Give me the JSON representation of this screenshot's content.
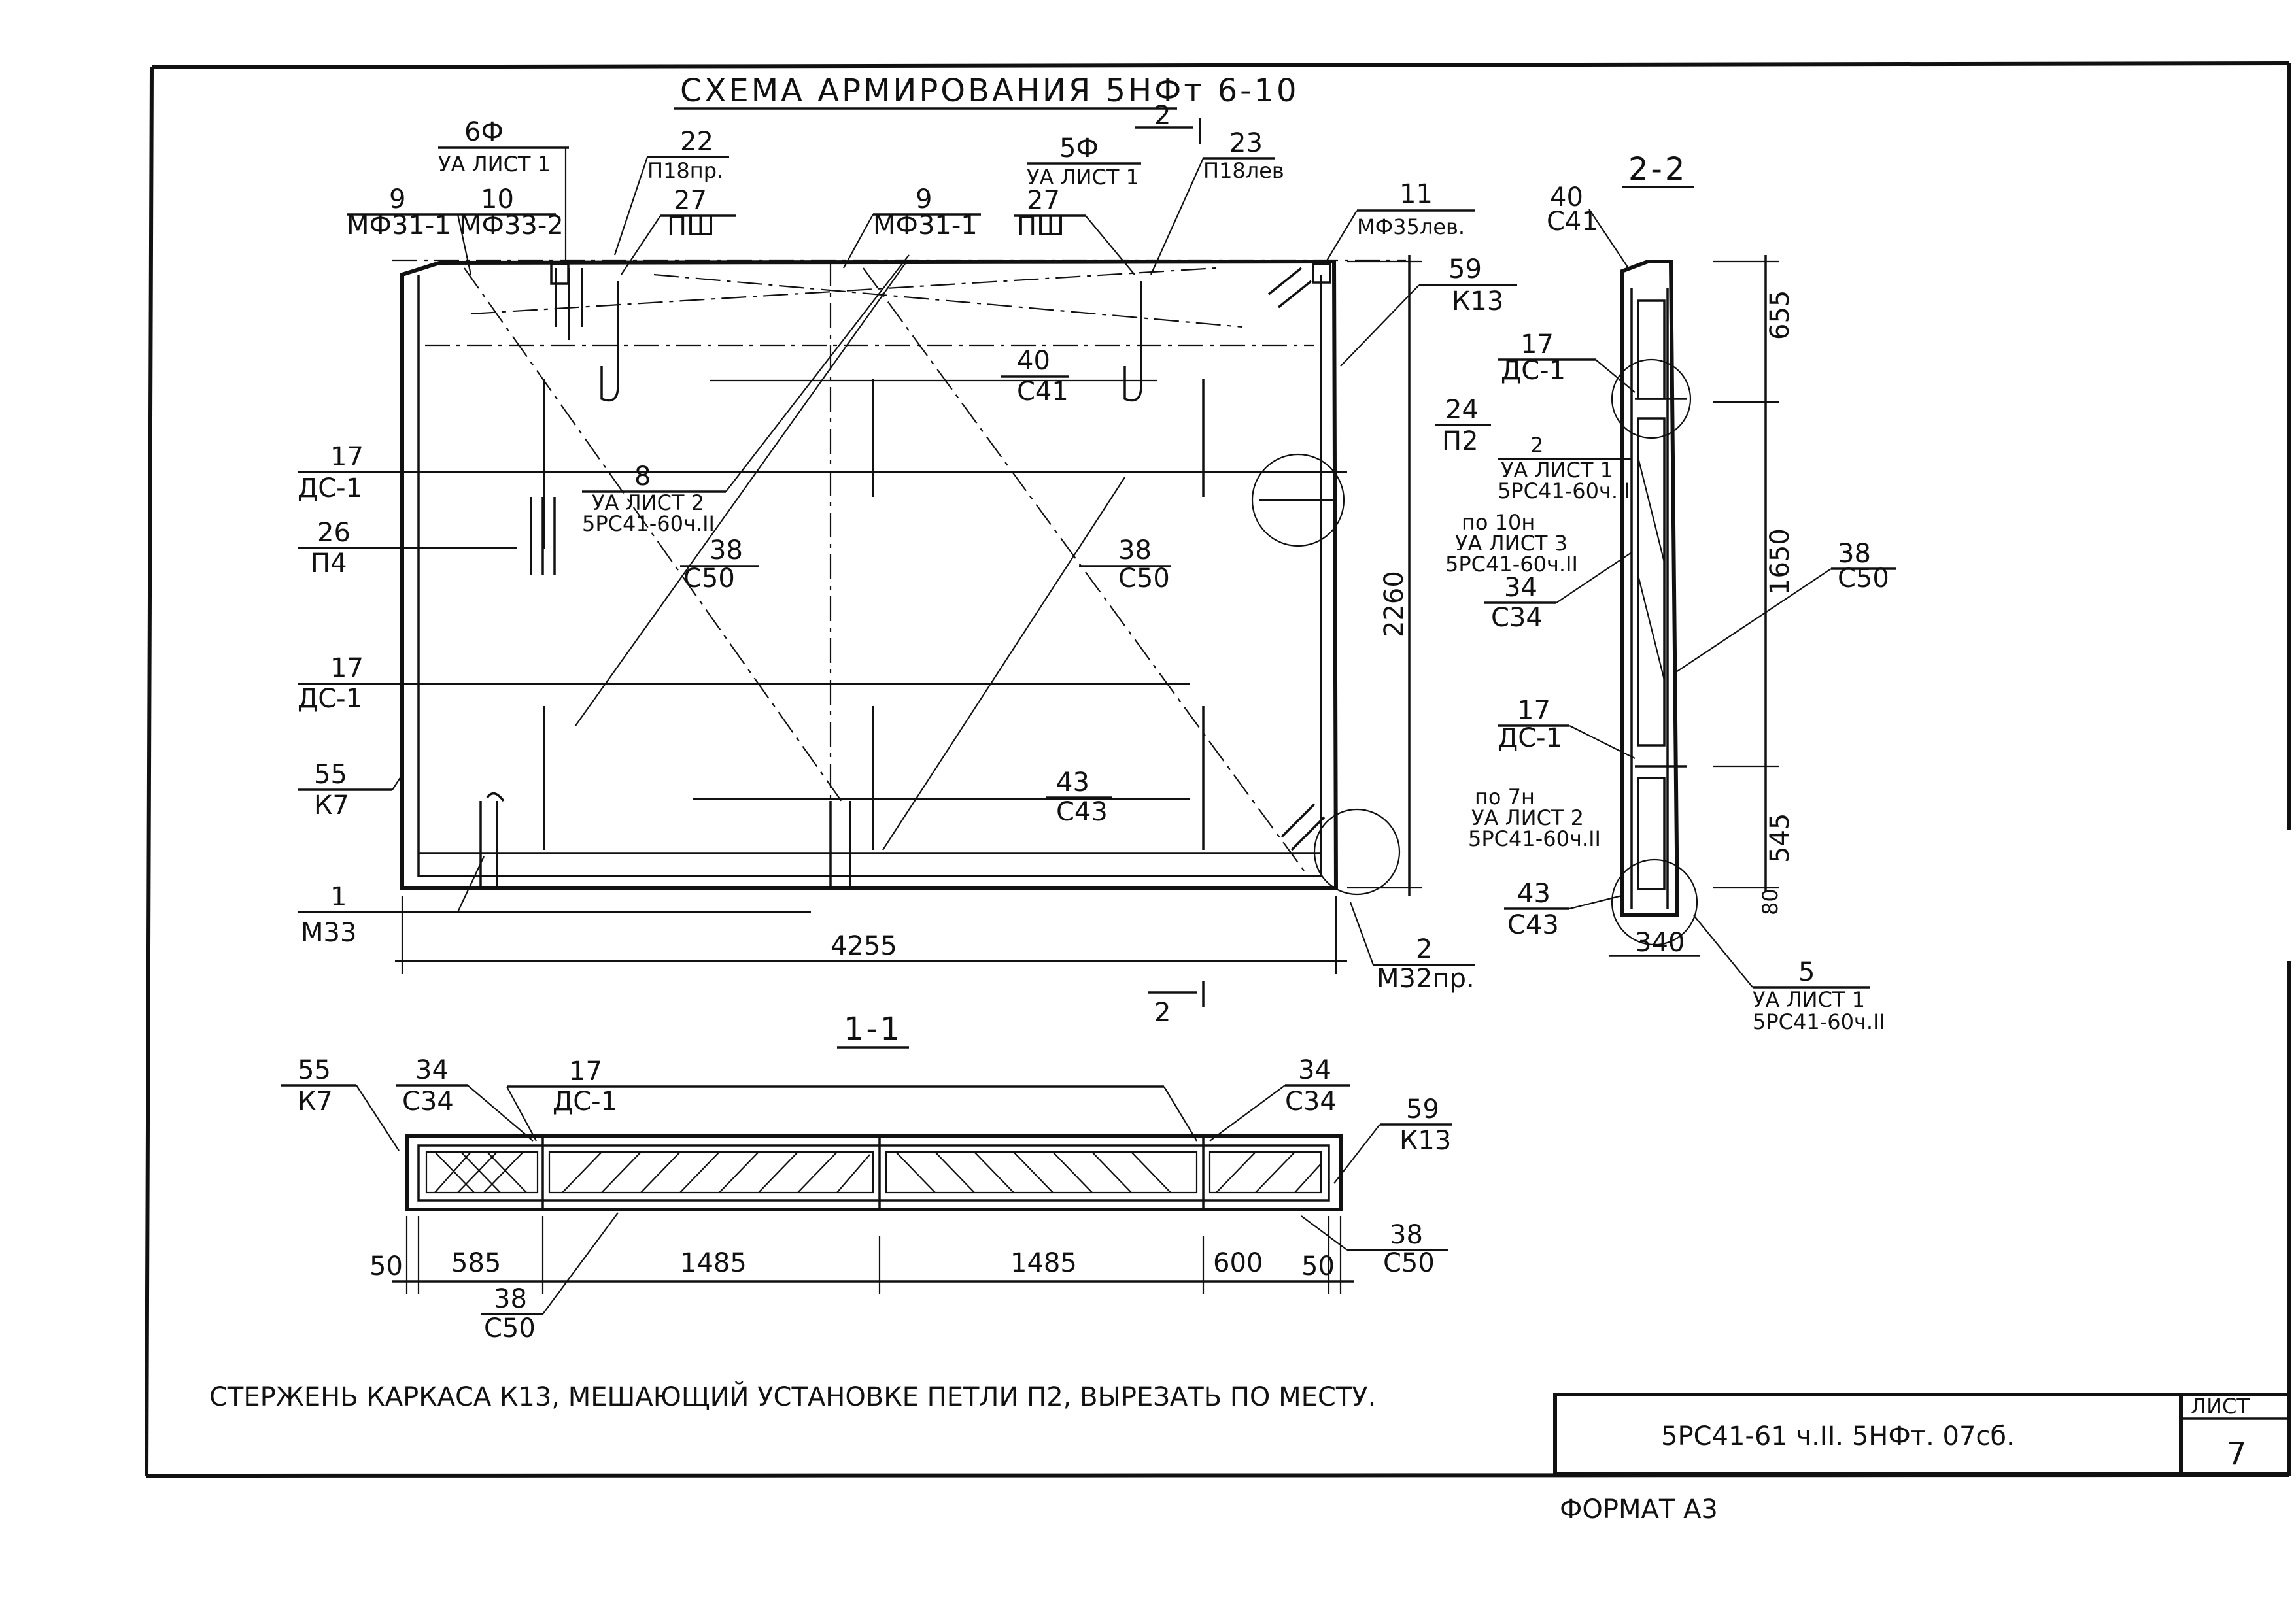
{
  "title": "СХЕМА АРМИРОВАНИЯ 5НФт 6-10",
  "section_1_1": "1-1",
  "section_2_2": "2-2",
  "section_mark": "2",
  "callouts_main": [
    {
      "num": "6Ф",
      "code": "УА ЛИСТ 1"
    },
    {
      "num": "22",
      "code": "П18пр."
    },
    {
      "num": "5Ф",
      "code": "УА ЛИСТ 1"
    },
    {
      "num": "23",
      "code": "П18лев"
    },
    {
      "num": "9",
      "code": "МФ31-1"
    },
    {
      "num": "10",
      "code": "МФ33-2"
    },
    {
      "num": "27",
      "code": "ПШ"
    },
    {
      "num": "9",
      "code": "МФ31-1"
    },
    {
      "num": "27",
      "code": "ПШ"
    },
    {
      "num": "11",
      "code": "МФ35лев."
    },
    {
      "num": "59",
      "code": "К13"
    },
    {
      "num": "40",
      "code": "С41"
    },
    {
      "num": "24",
      "code": "П2"
    },
    {
      "num": "17",
      "code": "ДС-1"
    },
    {
      "num": "8",
      "code": "УА ЛИСТ 2",
      "extra": "5РС41-60ч.II"
    },
    {
      "num": "26",
      "code": "П4"
    },
    {
      "num": "38",
      "code": "С50"
    },
    {
      "num": "38",
      "code": "С50"
    },
    {
      "num": "17",
      "code": "ДС-1"
    },
    {
      "num": "55",
      "code": "К7"
    },
    {
      "num": "43",
      "code": "С43"
    },
    {
      "num": "1",
      "code": "М33"
    },
    {
      "num": "2",
      "code": "М32пр."
    }
  ],
  "callouts_2_2": [
    {
      "num": "40",
      "code": "С41"
    },
    {
      "num": "17",
      "code": "ДС-1"
    },
    {
      "num": "2",
      "code": "УА ЛИСТ 1",
      "extra": "5РС41-60ч.II"
    },
    {
      "num": "по 10н",
      "code": "УА ЛИСТ 3",
      "extra": "5РС41-60ч.II"
    },
    {
      "num": "34",
      "code": "С34"
    },
    {
      "num": "38",
      "code": "С50"
    },
    {
      "num": "17",
      "code": "ДС-1"
    },
    {
      "num": "по 7н",
      "code": "УА ЛИСТ 2",
      "extra": "5РС41-60ч.II"
    },
    {
      "num": "43",
      "code": "С43"
    },
    {
      "num": "5",
      "code": "УА ЛИСТ 1",
      "extra": "5РС41-60ч.II"
    }
  ],
  "callouts_1_1": [
    {
      "num": "55",
      "code": "К7"
    },
    {
      "num": "34",
      "code": "С34"
    },
    {
      "num": "17",
      "code": "ДС-1"
    },
    {
      "num": "34",
      "code": "С34"
    },
    {
      "num": "59",
      "code": "К13"
    },
    {
      "num": "38",
      "code": "С50"
    },
    {
      "num": "38",
      "code": "С50"
    }
  ],
  "dims_main": {
    "width": "4255",
    "height": "2260"
  },
  "dims_2_2": {
    "top": "655",
    "middle": "1650",
    "bottom": "545",
    "base": "340",
    "edge": "80"
  },
  "dims_1_1": [
    "50",
    "585",
    "1485",
    "1485",
    "600",
    "50"
  ],
  "note": "СТЕРЖЕНЬ КАРКАСА К13, МЕШАЮЩИЙ УСТАНОВКЕ ПЕТЛИ П2, ВЫРЕЗАТЬ ПО МЕСТУ.",
  "stamp": {
    "code": "5РС41-61 ч.II. 5НФт. 07сб.",
    "sheet_label": "ЛИСТ",
    "sheet_num": "7"
  },
  "format": "ФОРМАТ А3"
}
